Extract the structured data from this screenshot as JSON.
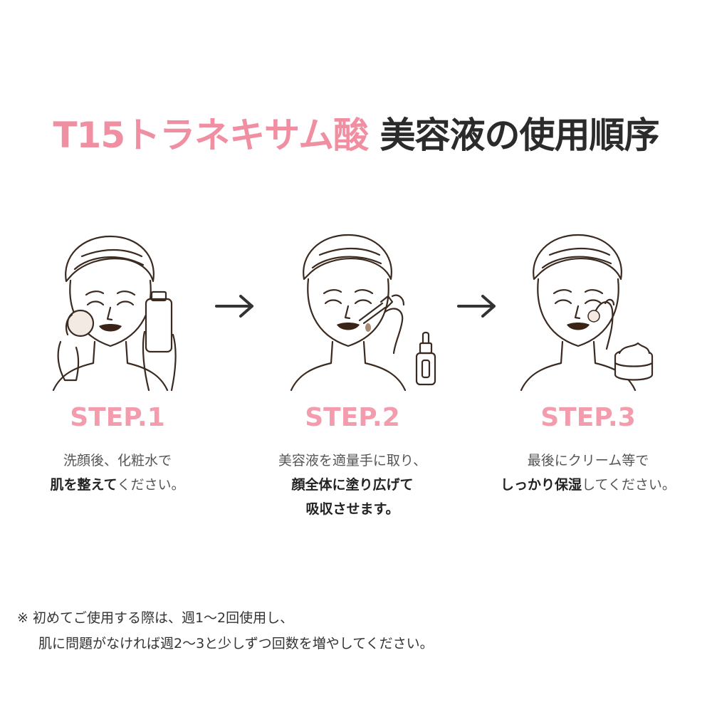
{
  "title": {
    "highlight": "T15トラネキサム酸",
    "rest": "美容液の使用順序"
  },
  "colors": {
    "accent": "#f08fa2",
    "step_label": "#f39cad",
    "illust_line": "#3a2a20",
    "lips": "#3a2418",
    "serum_drop": "#a88a70"
  },
  "steps": [
    {
      "label": "STEP.1",
      "line1": "洗顔後、化粧水で",
      "line2_bold": "肌を整えて",
      "line2_rest": "ください。",
      "icon": "face-cotton-toner-illustration"
    },
    {
      "label": "STEP.2",
      "line1": "美容液を適量手に取り、",
      "line2_bold": "顔全体に塗り広げて",
      "line3_bold": "吸収させます。",
      "icon": "face-dropper-serum-illustration"
    },
    {
      "label": "STEP.3",
      "line1": "最後にクリーム等で",
      "line2_bold": "しっかり保湿",
      "line2_rest": "してください。",
      "icon": "face-cream-jar-illustration"
    }
  ],
  "note": {
    "line1": "※ 初めてご使用する際は、週1～2回使用し、",
    "line2": "肌に問題がなければ週2～3と少しずつ回数を増やしてください。"
  }
}
